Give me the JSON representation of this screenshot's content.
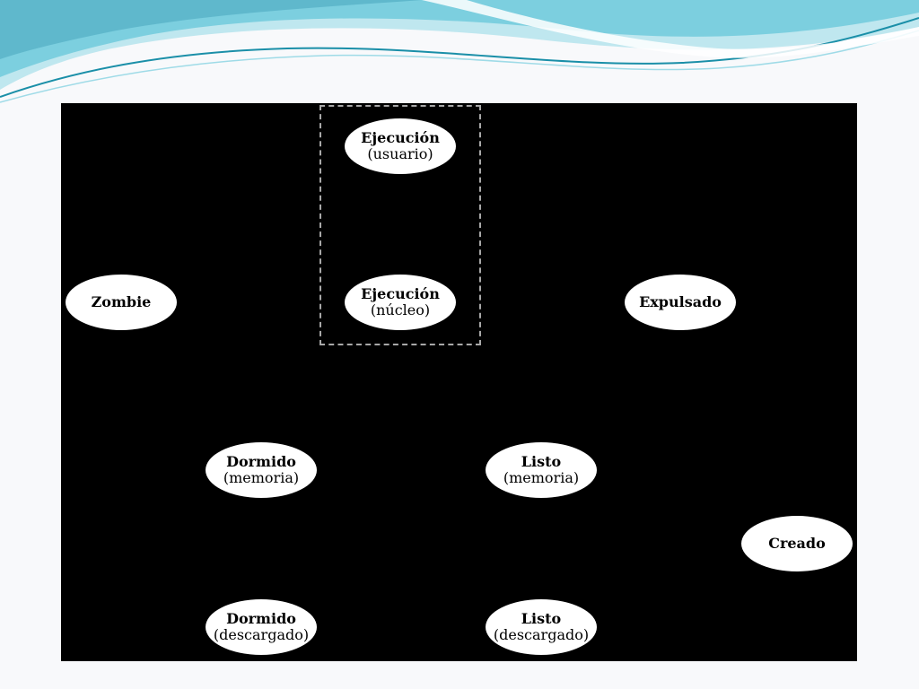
{
  "colors": {
    "background": "#f8f9fb",
    "canvas": "#000000",
    "node_fill": "#ffffff",
    "group_border": "#a8a8a8",
    "wave_light": "#bfe7ef",
    "wave_mid": "#6fc5d6",
    "wave_dark": "#1a8fa8"
  },
  "diagram": {
    "nodes": {
      "ejecucion_usuario": {
        "line1": "Ejecución",
        "line2": "(usuario)"
      },
      "ejecucion_nucleo": {
        "line1": "Ejecución",
        "line2": "(núcleo)"
      },
      "zombie": {
        "line1": "Zombie"
      },
      "expulsado": {
        "line1": "Expulsado"
      },
      "dormido_memoria": {
        "line1": "Dormido",
        "line2": "(memoria)"
      },
      "listo_memoria": {
        "line1": "Listo",
        "line2": "(memoria)"
      },
      "creado": {
        "line1": "Creado"
      },
      "dormido_descargado": {
        "line1": "Dormido",
        "line2": "(descargado)"
      },
      "listo_descargado": {
        "line1": "Listo",
        "line2": "(descargado)"
      }
    }
  }
}
